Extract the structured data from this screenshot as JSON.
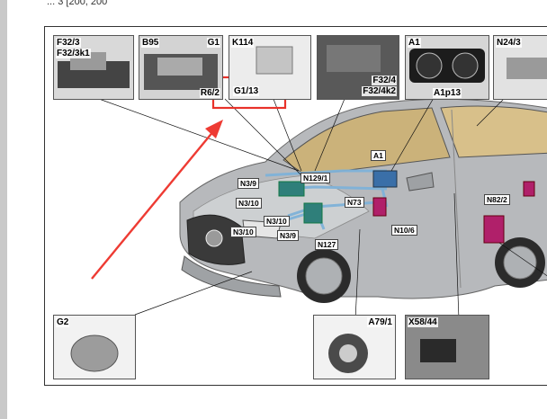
{
  "page_header_fragment": "... 3 [200, 200",
  "thumbnails": [
    {
      "id": "t1",
      "labels": [
        "F32/3",
        "F32/3k1"
      ]
    },
    {
      "id": "t2",
      "labels": [
        "B95",
        "G1",
        "R6/2"
      ]
    },
    {
      "id": "t3",
      "labels": [
        "K114",
        "G1/13"
      ]
    },
    {
      "id": "t4",
      "labels": [
        "F32/4",
        "F32/4k2"
      ]
    },
    {
      "id": "t5",
      "labels": [
        "A1",
        "A1p13"
      ]
    },
    {
      "id": "t6",
      "labels": [
        "N24/3"
      ]
    },
    {
      "id": "t7",
      "labels": [
        "G2"
      ]
    },
    {
      "id": "t8",
      "labels": [
        "A79/1"
      ]
    },
    {
      "id": "t9",
      "labels": [
        "X58/44"
      ]
    }
  ],
  "callouts": {
    "a1": "A1",
    "n129_1": "N129/1",
    "n3_9_top": "N3/9",
    "n3_10_top": "N3/10",
    "n73": "N73",
    "n10_6": "N10/6",
    "n82_2": "N82/2",
    "n3_10_mid": "N3/10",
    "n3_10_low": "N3/10",
    "n3_9_low": "N3/9",
    "n127": "N127"
  },
  "colors": {
    "highlight_box": "#e8322a",
    "arrow": "#ee3b33",
    "harness_blue": "#7fb2d9",
    "module_green": "#2f7f7a",
    "module_magenta": "#b0206a",
    "car_body": "#b7b9bc"
  }
}
